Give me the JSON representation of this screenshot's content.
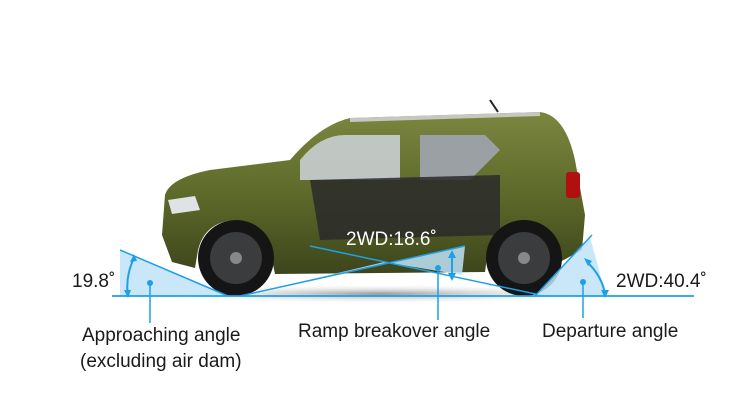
{
  "angles": {
    "approach": {
      "value": "19.8˚",
      "label_line1": "Approaching angle",
      "label_line2": "(excluding air dam)"
    },
    "ramp": {
      "value": "2WD:18.6˚",
      "label": "Ramp breakover angle"
    },
    "departure": {
      "value": "2WD:40.4˚",
      "label": "Departure angle"
    }
  },
  "colors": {
    "line": "#1ea0e6",
    "fill": "#bfe3f7",
    "body": "#5f6a2c",
    "text": "#1a1a1a"
  }
}
